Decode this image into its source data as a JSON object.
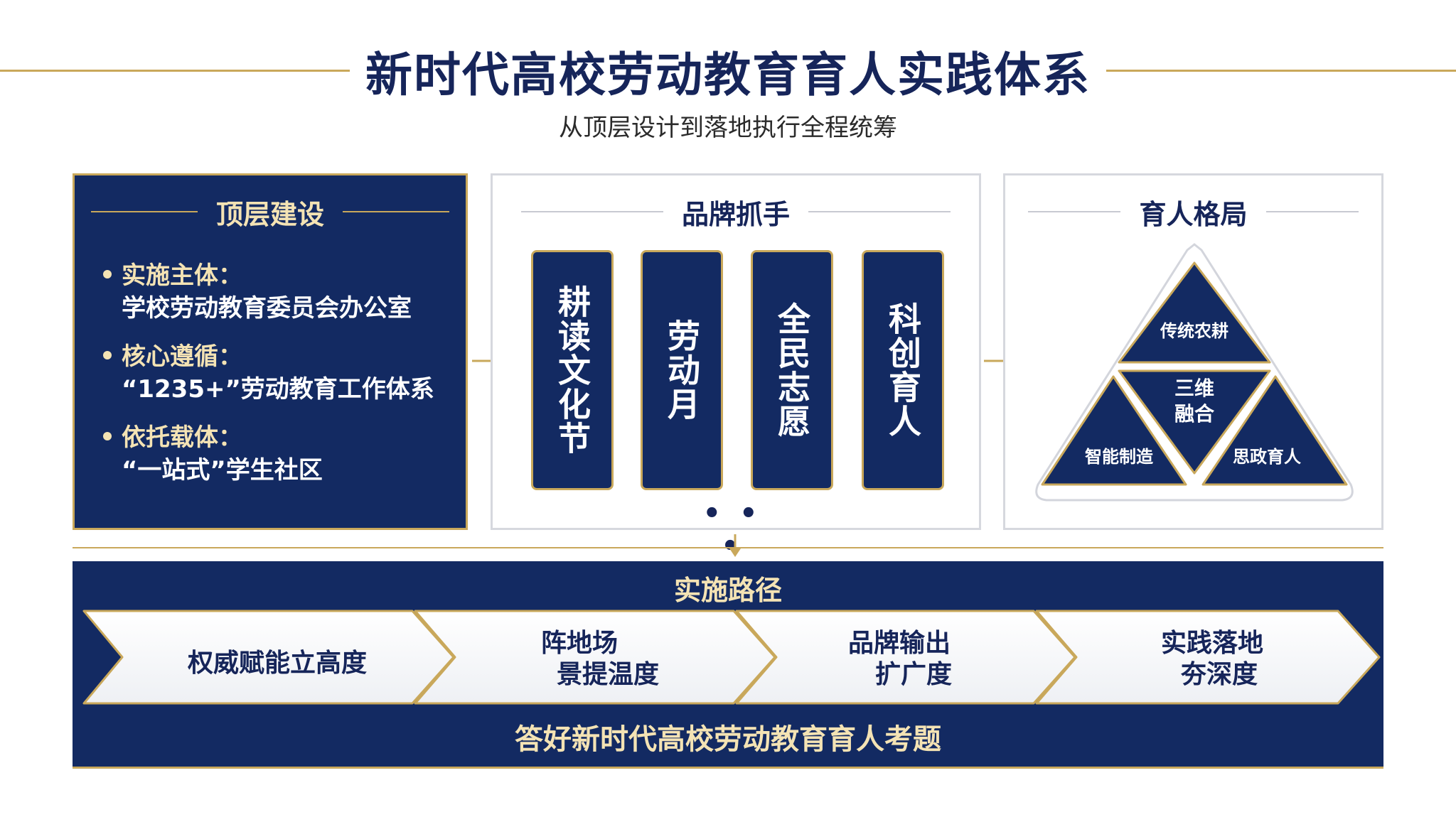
{
  "header": {
    "title": "新时代高校劳动教育育人实践体系",
    "subtitle": "从顶层设计到落地执行全程统筹"
  },
  "top_level": {
    "heading": "顶层建设",
    "items": [
      {
        "label": "实施主体：",
        "value": "学校劳动教育委员会办公室"
      },
      {
        "label": "核心遵循：",
        "value": "“1235+”劳动教育工作体系"
      },
      {
        "label": "依托载体：",
        "value": "“一站式”学生社区"
      }
    ]
  },
  "brand": {
    "heading": "品牌抓手",
    "cards": [
      "耕读文化节",
      "劳动月",
      "全民志愿",
      "科创育人"
    ],
    "more": "• • •"
  },
  "pattern": {
    "heading": "育人格局",
    "top": "传统农耕",
    "center_line1": "三维",
    "center_line2": "融合",
    "left": "智能制造",
    "right": "思政育人"
  },
  "path": {
    "heading": "实施路径",
    "steps": [
      {
        "line1": "权威赋能立高度",
        "line2": ""
      },
      {
        "line1": "阵地场",
        "line2": "景提温度"
      },
      {
        "line1": "品牌输出",
        "line2": "扩广度"
      },
      {
        "line1": "实践落地",
        "line2": "夯深度"
      }
    ],
    "footer": "答好新时代高校劳动教育育人考题"
  },
  "colors": {
    "navy": "#132a62",
    "gold": "#c9a85b",
    "cream": "#f4e3b4",
    "white": "#ffffff"
  }
}
